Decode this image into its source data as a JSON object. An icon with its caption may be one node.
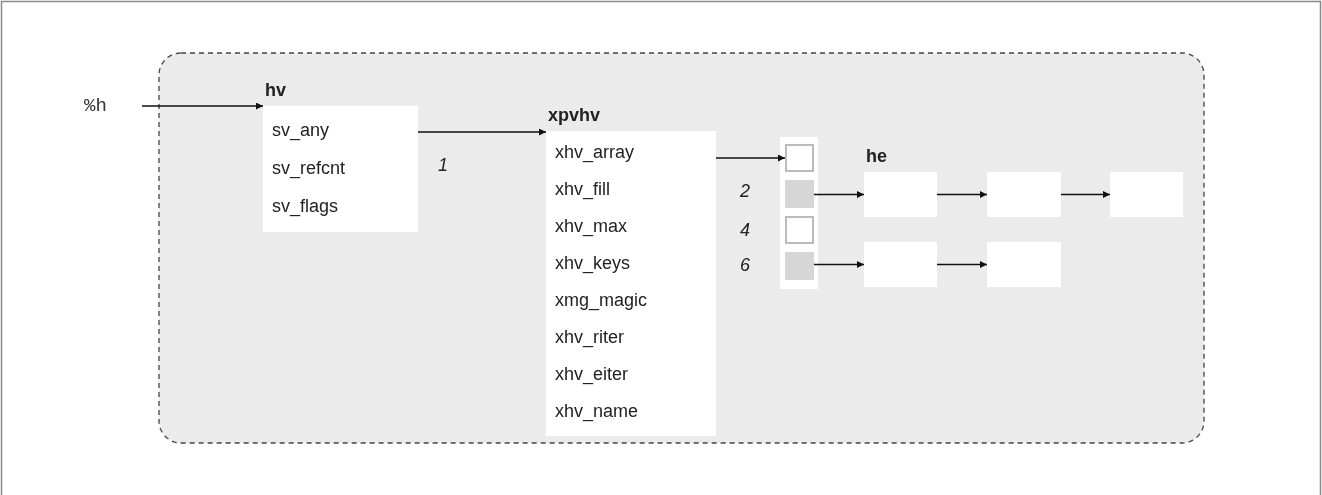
{
  "diagram": {
    "nodes": [
      {
        "text": [],
        "shape": "box"
      },
      {
        "text": [
          "%h"
        ]
      },
      {
        "text": [
          "hv",
          "sv_any",
          "sv_refcnt",
          "sv_flags"
        ],
        "in": 0
      },
      {
        "text": [
          "xpvhv",
          "xhv_array",
          "xhv_fill",
          "xhv_max",
          "xhv_keys",
          "xmg_magic",
          "xhv_riter",
          "xhv_eiter",
          "xhv_name"
        ],
        "in": 0
      },
      {
        "text": [],
        "shape": "box",
        "in": 0
      },
      {
        "text": [],
        "shape": "box",
        "in": 4
      },
      {
        "text": [],
        "shape": "box",
        "in": 4
      },
      {
        "text": [],
        "shape": "box",
        "in": 4
      },
      {
        "text": [],
        "shape": "box",
        "in": 4
      },
      {
        "text": [
          "he"
        ],
        "in": 0
      },
      {
        "text": [],
        "shape": "box",
        "in": 0
      },
      {
        "text": [],
        "shape": "box",
        "in": 0
      },
      {
        "text": [],
        "shape": "box",
        "in": 0
      },
      {
        "text": [],
        "shape": "box",
        "in": 0
      }
    ],
    "edges": [
      {
        "from": 1,
        "to": 2,
        "arrow": "to"
      },
      {
        "from": 2,
        "to": 3,
        "arrow": "to"
      },
      {
        "from": 3,
        "to": 5,
        "arrow": "to"
      },
      {
        "from": 6,
        "to": 9,
        "arrow": "to"
      },
      {
        "from": 9,
        "to": 10,
        "arrow": "to"
      },
      {
        "from": 10,
        "to": 11,
        "arrow": "to"
      },
      {
        "from": 8,
        "to": 12,
        "arrow": "to"
      },
      {
        "from": 12,
        "to": 13,
        "arrow": "to"
      }
    ],
    "labels": [
      "1",
      "2",
      "4",
      "6"
    ]
  }
}
